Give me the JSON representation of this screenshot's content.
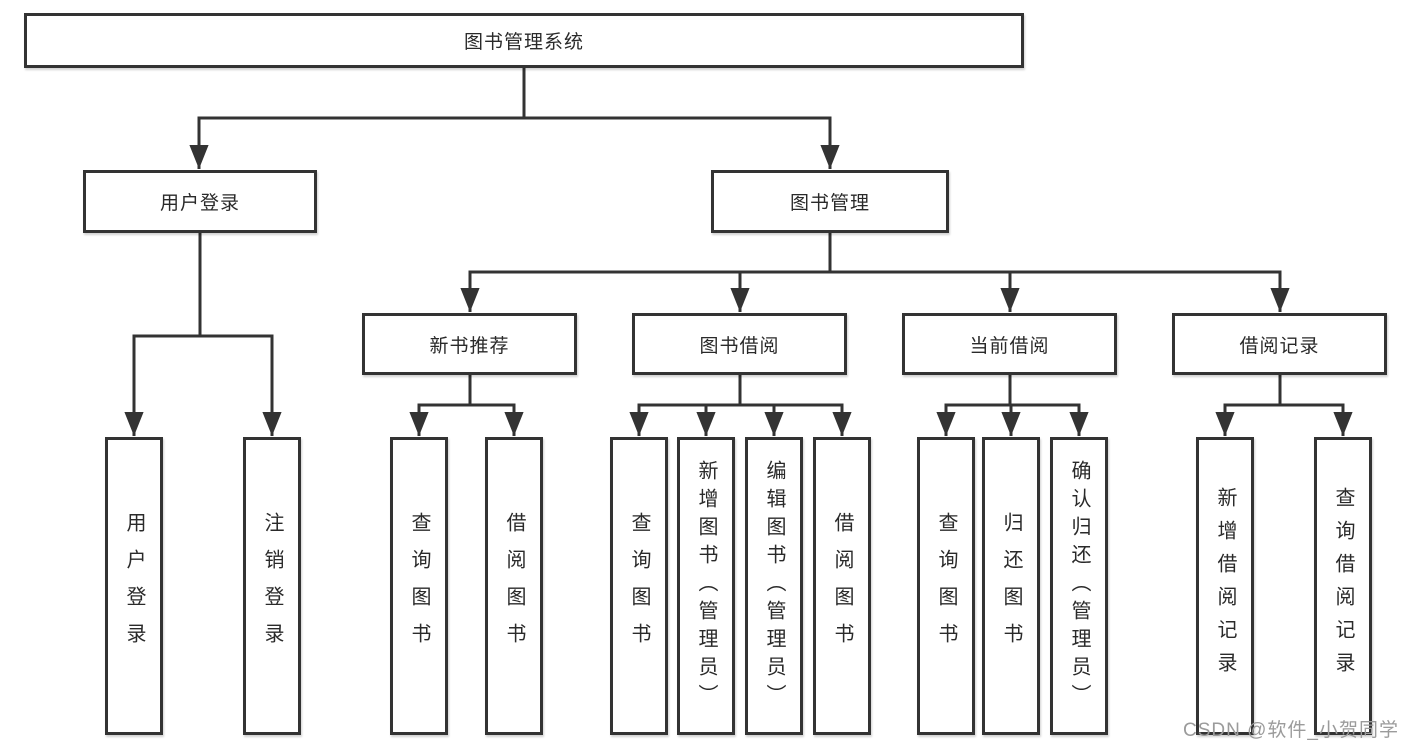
{
  "diagram": {
    "type": "hierarchy-tree",
    "title": "图书管理系统",
    "watermark": "CSDN @软件_小贺同学",
    "colors": {
      "line": "#333333",
      "box_border": "#333333",
      "box_fill": "#ffffff",
      "text": "#2a2a2a",
      "watermark": "#9b9b9b",
      "background": "#ffffff"
    },
    "nodes": {
      "root": "图书管理系统",
      "user_login": "用户登录",
      "book_mgmt": "图书管理",
      "new_book_rec": "新书推荐",
      "book_borrow": "图书借阅",
      "current_borrow": "当前借阅",
      "borrow_records": "借阅记录",
      "leaf_user_login": "用户登录",
      "leaf_logout": "注销登录",
      "leaf_query_book_1": "查询图书",
      "leaf_borrow_book_1": "借阅图书",
      "leaf_query_book_2": "查询图书",
      "leaf_add_book": "新增图书（管理员）",
      "leaf_edit_book": "编辑图书（管理员）",
      "leaf_borrow_book_2": "借阅图书",
      "leaf_query_book_3": "查询图书",
      "leaf_return_book": "归还图书",
      "leaf_confirm_return": "确认归还（管理员）",
      "leaf_add_record": "新增借阅记录",
      "leaf_query_record": "查询借阅记录"
    },
    "hierarchy": {
      "图书管理系统": {
        "用户登录": [
          "用户登录",
          "注销登录"
        ],
        "图书管理": {
          "新书推荐": [
            "查询图书",
            "借阅图书"
          ],
          "图书借阅": [
            "查询图书",
            "新增图书（管理员）",
            "编辑图书（管理员）",
            "借阅图书"
          ],
          "当前借阅": [
            "查询图书",
            "归还图书",
            "确认归还（管理员）"
          ],
          "借阅记录": [
            "新增借阅记录",
            "查询借阅记录"
          ]
        }
      }
    }
  }
}
